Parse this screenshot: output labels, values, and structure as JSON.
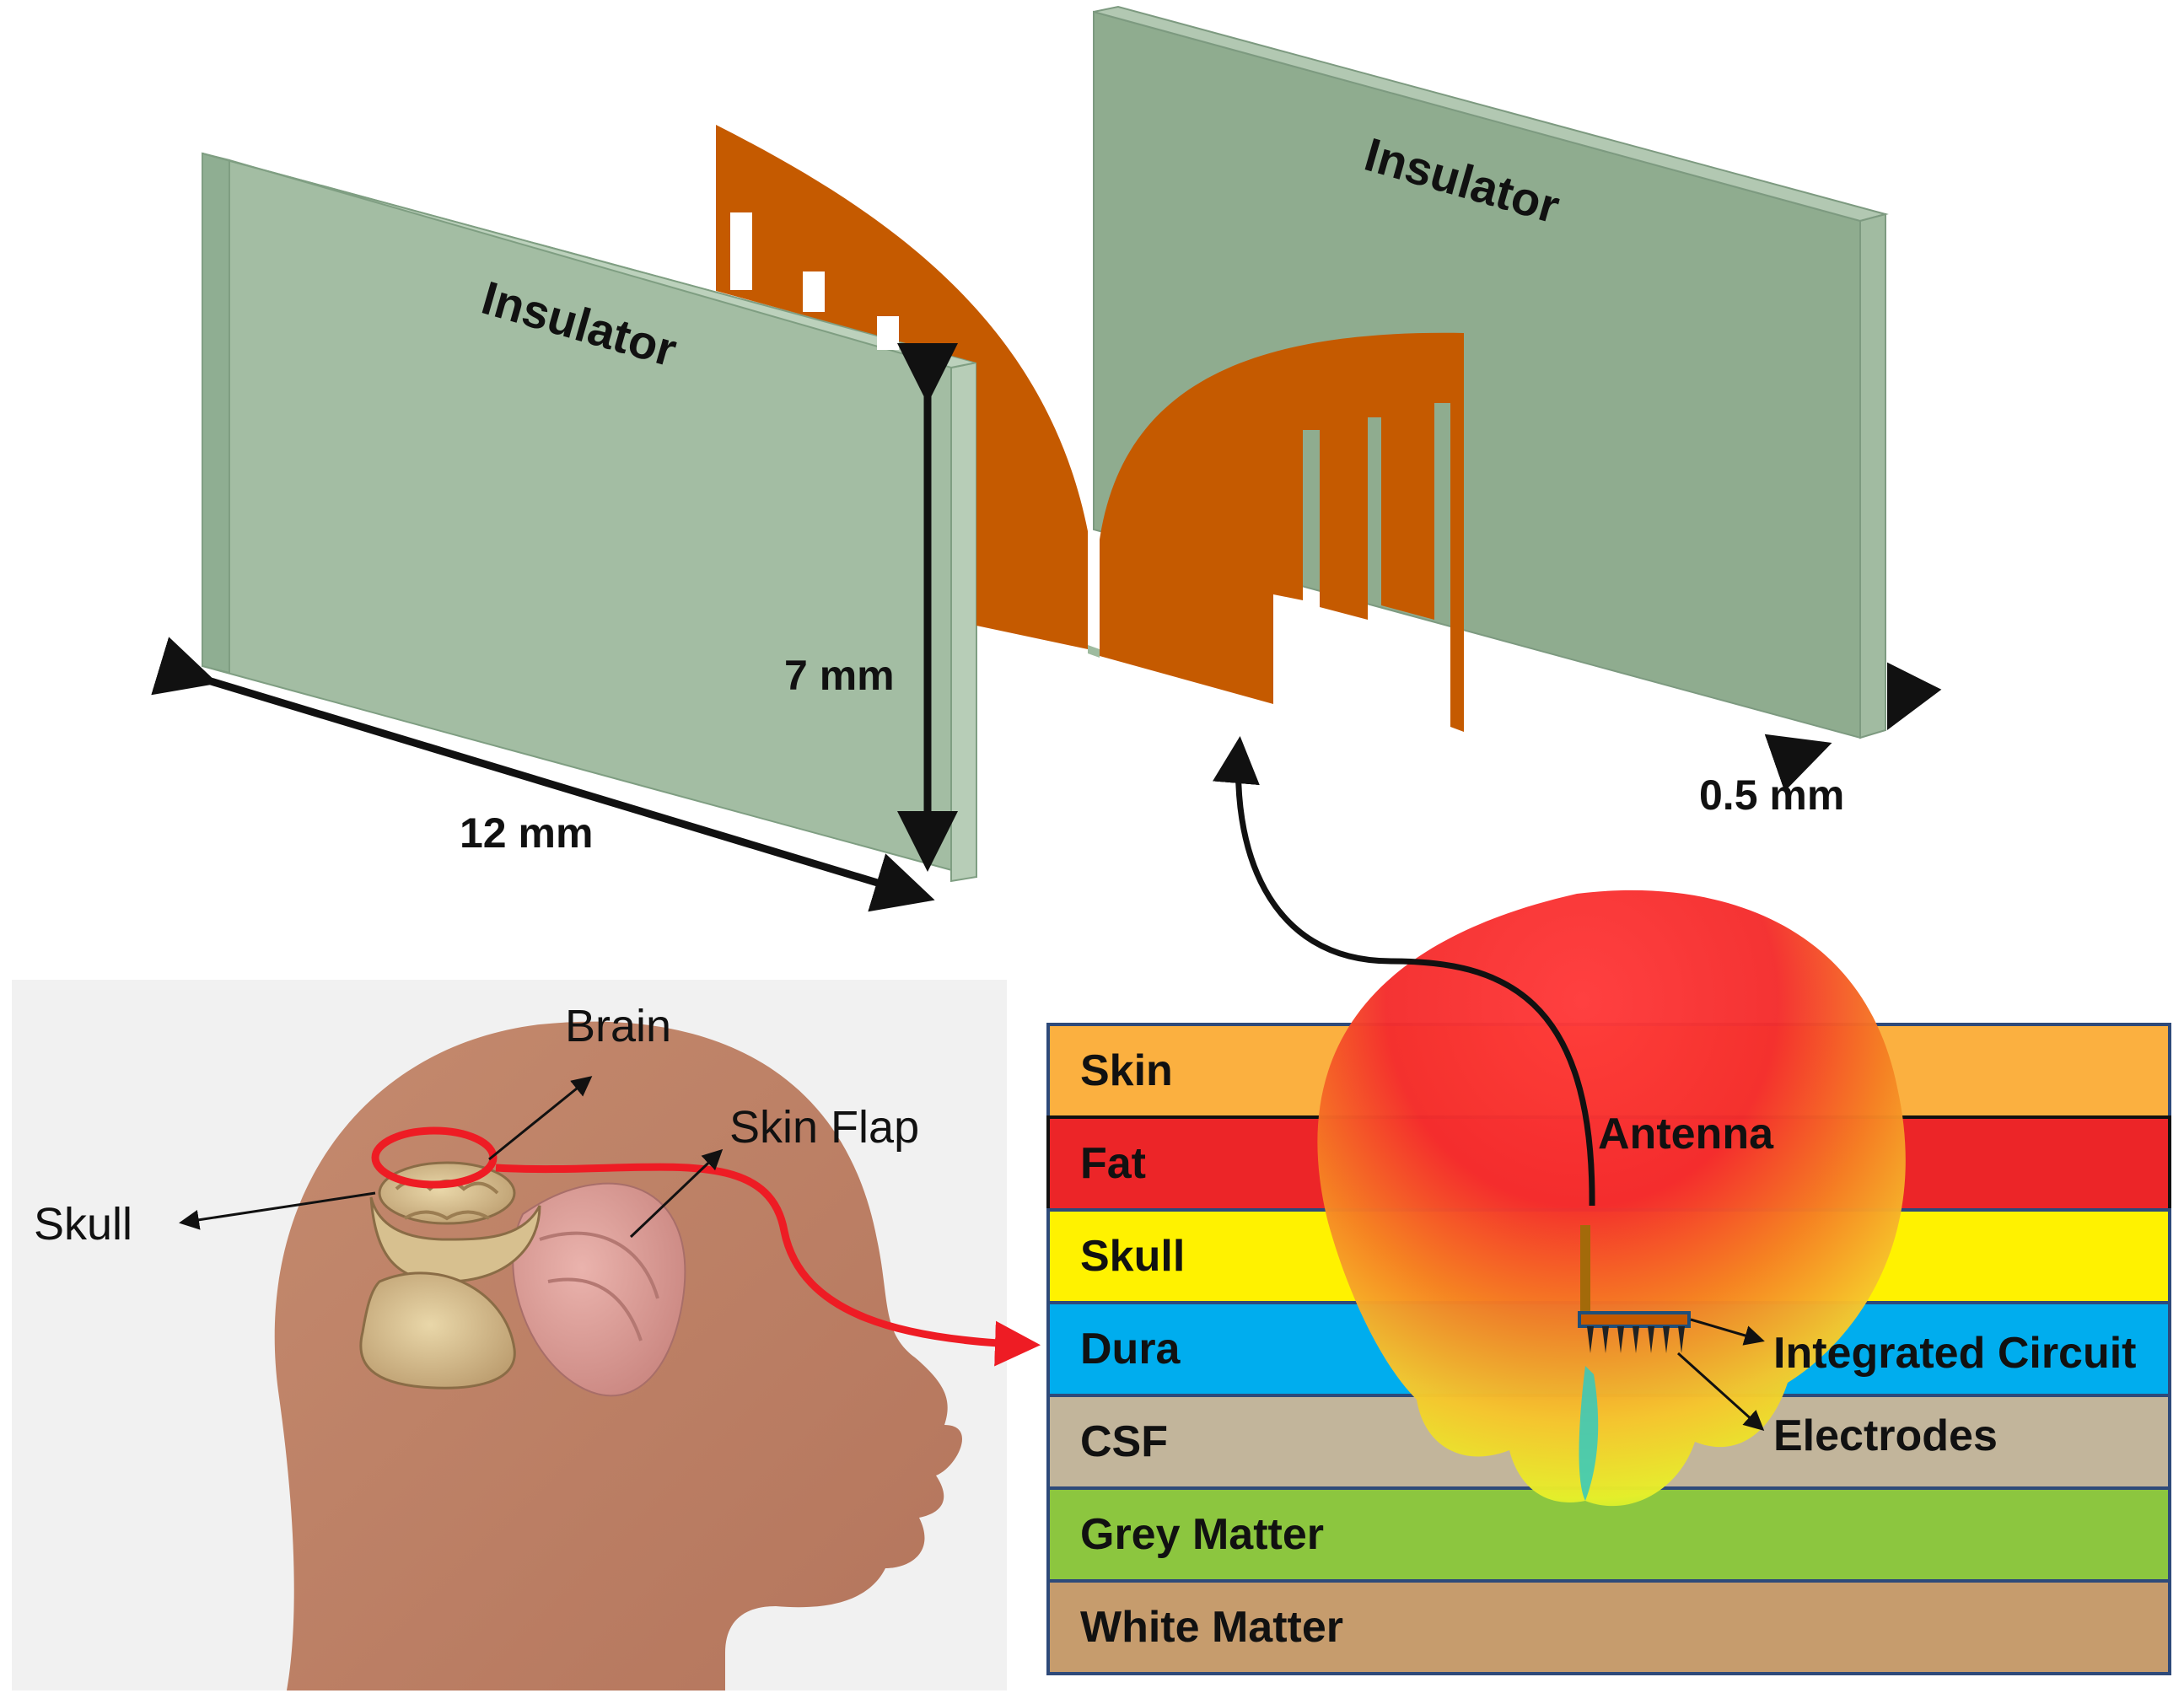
{
  "antenna_model": {
    "insulator_left_label": "Insulator",
    "insulator_right_label": "Insulator",
    "dim_length": "12 mm",
    "dim_height": "7 mm",
    "dim_thickness": "0.5 mm"
  },
  "head_illustration": {
    "brain_label": "Brain",
    "skin_flap_label": "Skin Flap",
    "skull_label": "Skull"
  },
  "tissue_layers": [
    {
      "label": "Skin",
      "color": "#fbb040"
    },
    {
      "label": "Fat",
      "color": "#ec2528"
    },
    {
      "label": "Skull",
      "color": "#fff200"
    },
    {
      "label": "Dura",
      "color": "#00adee"
    },
    {
      "label": "CSF",
      "color": "#c2b59b"
    },
    {
      "label": "Grey Matter",
      "color": "#8cc63f"
    },
    {
      "label": "White Matter",
      "color": "#c69c6d"
    }
  ],
  "implant": {
    "antenna_label": "Antenna",
    "ic_label": "Integrated Circuit",
    "electrodes_label": "Electrodes"
  },
  "colors": {
    "insulator": "#9ebb9f",
    "copper": "#c55a00",
    "connector_red": "#ee1c24"
  }
}
